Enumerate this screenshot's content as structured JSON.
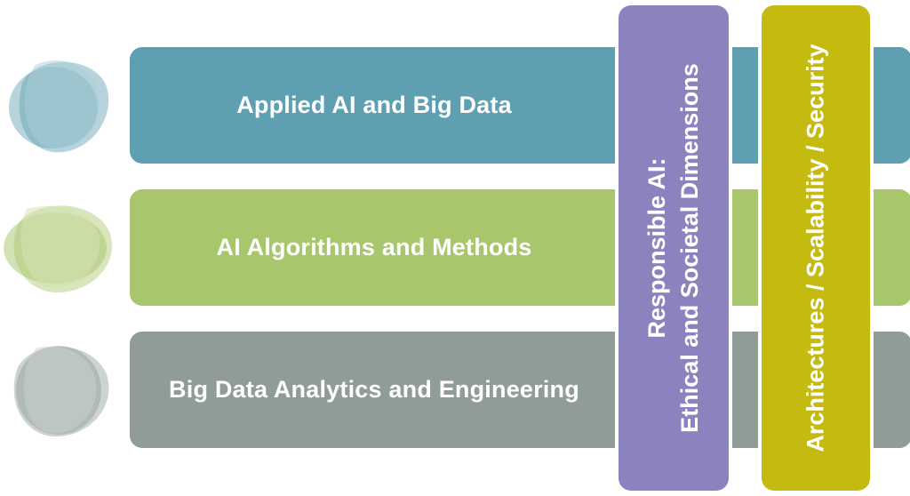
{
  "rows": [
    {
      "label": "Applied AI and Big Data",
      "color": "#5f9fb2"
    },
    {
      "label": "AI Algorithms and Methods",
      "color": "#a8c66c"
    },
    {
      "label": "Big Data Analytics and Engineering",
      "color": "#909d97"
    }
  ],
  "pillars": [
    {
      "line1": "Responsible AI:",
      "line2": "Ethical and Societal Dimensions",
      "color": "#8b83bd"
    },
    {
      "line1": "Architectures / Scalability / Security",
      "color": "#c4ba10"
    }
  ],
  "icons": [
    "blob-icon-blue",
    "blob-icon-green",
    "blob-icon-gray"
  ]
}
